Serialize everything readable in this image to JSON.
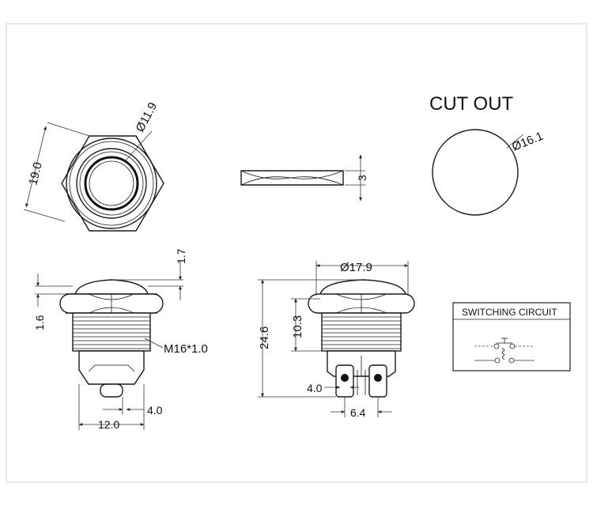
{
  "cutout": {
    "title": "CUT OUT",
    "diameter": "Ø16.1"
  },
  "top_view": {
    "hex_across_flats": "19.0",
    "button_diameter": "Ø11.9"
  },
  "washer": {
    "thickness": "3"
  },
  "side_view": {
    "dome_height": "1.7",
    "flange_height": "1.6",
    "thread": "M16*1.0",
    "terminal_width": "4.0",
    "base_width": "12.0"
  },
  "front_view": {
    "head_diameter": "Ø17.9",
    "total_height": "24.6",
    "thread_length": "10.3",
    "terminal_width": "4.0",
    "terminal_pitch": "6.4"
  },
  "circuit": {
    "title": "SWITCHING CIRCUIT"
  },
  "colors": {
    "line": "#1a1a1a",
    "frame": "#d0d0d0",
    "background": "#ffffff"
  }
}
